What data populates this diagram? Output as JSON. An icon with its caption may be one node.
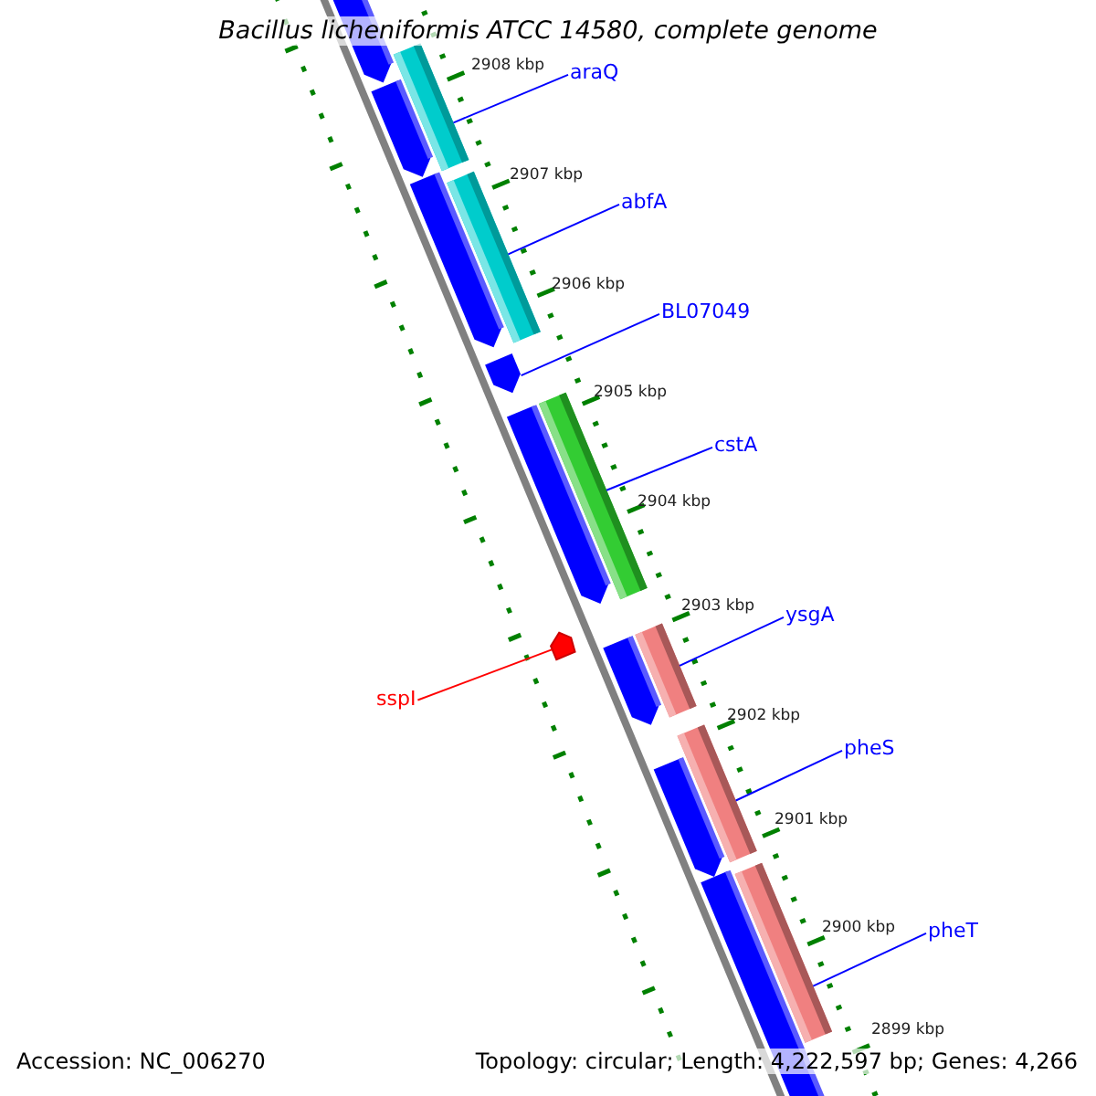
{
  "diagram": {
    "title": "Bacillus licheniformis ATCC 14580, complete genome",
    "nodes": [
      {
        "text": [
          "araQ"
        ]
      },
      {
        "text": [],
        "shape": "bar"
      },
      {
        "text": [
          "abfA"
        ]
      },
      {
        "text": [],
        "shape": "bar"
      },
      {
        "text": [
          "BL07049"
        ]
      },
      {
        "text": [],
        "shape": "bar"
      },
      {
        "text": [
          "cstA"
        ]
      },
      {
        "text": [],
        "shape": "bar"
      },
      {
        "text": [
          "ysgA"
        ]
      },
      {
        "text": [],
        "shape": "bar"
      },
      {
        "text": [
          "sspI"
        ]
      },
      {
        "text": [],
        "shape": "pentagon"
      },
      {
        "text": [
          "pheS"
        ]
      },
      {
        "text": [],
        "shape": "bar"
      },
      {
        "text": [
          "pheT"
        ]
      },
      {
        "text": [],
        "shape": "bar"
      }
    ],
    "edges": [
      {
        "from": 0,
        "to": 1,
        "arrow": "none"
      },
      {
        "from": 2,
        "to": 3,
        "arrow": "none"
      },
      {
        "from": 4,
        "to": 5,
        "arrow": "none"
      },
      {
        "from": 6,
        "to": 7,
        "arrow": "none"
      },
      {
        "from": 8,
        "to": 9,
        "arrow": "none"
      },
      {
        "from": 10,
        "to": 11,
        "arrow": "none",
        "color": "#ff0000"
      },
      {
        "from": 12,
        "to": 13,
        "arrow": "none"
      },
      {
        "from": 14,
        "to": 15,
        "arrow": "none"
      }
    ],
    "labels": [
      "2908 kbp",
      "2907 kbp",
      "2906 kbp",
      "2905 kbp",
      "2904 kbp",
      "2903 kbp",
      "2902 kbp",
      "2901 kbp",
      "2900 kbp",
      "2899 kbp",
      "Accession: NC_006270",
      "Topology: circular; Length: 4,222,597 bp; Genes: 4,266"
    ]
  }
}
